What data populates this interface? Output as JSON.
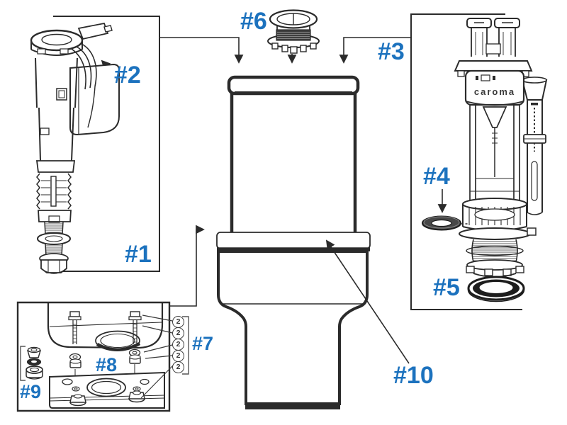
{
  "diagram": {
    "part_labels": {
      "p1": "#1",
      "p2": "#2",
      "p3": "#3",
      "p4": "#4",
      "p5": "#5",
      "p6": "#6",
      "p7": "#7",
      "p8": "#8",
      "p9": "#9",
      "p10": "#10"
    },
    "brand_text": "caroma",
    "qty_badges": [
      "2",
      "2",
      "2",
      "2",
      "2"
    ],
    "colors": {
      "label_blue": "#1C72BE",
      "line_dark": "#2b2b2b"
    }
  }
}
